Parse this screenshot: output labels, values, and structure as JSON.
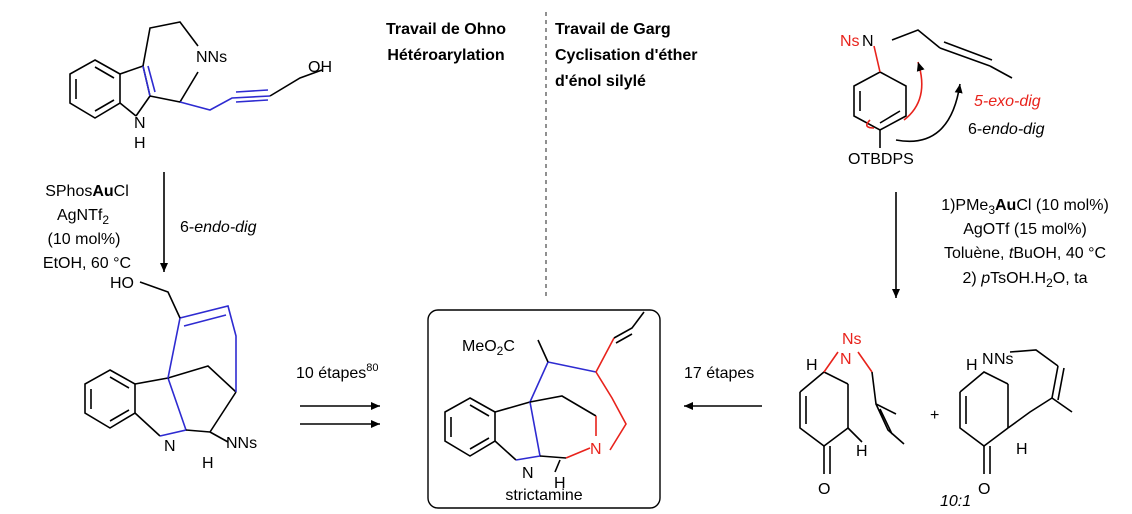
{
  "headings": {
    "ohno_line1": "Travail de Ohno",
    "ohno_line2": "Hétéroarylation",
    "garg_line1": "Travail de Garg",
    "garg_line2": "Cyclisation d'éther",
    "garg_line3": "d'énol silylé"
  },
  "ohno_substrate": {
    "nns": "NNs",
    "oh": "OH",
    "nh_n": "N",
    "nh_h": "H"
  },
  "ohno_conditions": {
    "l1_pre": "SPhos",
    "l1_bold": "Au",
    "l1_post": "Cl",
    "l2": "AgNTf",
    "l2_sub": "2",
    "l3": "(10 mol%)",
    "l4": "EtOH, 60 °C",
    "mode_num": "6-",
    "mode_it": "endo-dig"
  },
  "ohno_product": {
    "ho": "HO",
    "n": "N",
    "h": "H",
    "nns": "NNs"
  },
  "ohno_steps": {
    "label": "10 étapes",
    "sup": "80"
  },
  "target": {
    "meo": "MeO",
    "meo_sub": "2",
    "meo_c": "C",
    "n_ring": "N",
    "h": "H",
    "n_red": "N",
    "name": "strictamine"
  },
  "garg_substrate": {
    "ns": "Ns",
    "n": "N",
    "otbdps": "OTBDPS",
    "mode_exo": "5-exo-dig",
    "mode_endo_num": "6-",
    "mode_endo_it": "endo-dig"
  },
  "garg_conditions": {
    "l1_pre": "1)PMe",
    "l1_sub": "3",
    "l1_bold": "Au",
    "l1_post": "Cl (10 mol%)",
    "l2": "AgOTf (15 mol%)",
    "l3_pre": "Toluène, ",
    "l3_it": "t",
    "l3_post": "BuOH, 40 °C",
    "l4_pre": "2) ",
    "l4_it": "p",
    "l4_mid": "TsOH.H",
    "l4_sub": "2",
    "l4_post": "O, ta"
  },
  "garg_steps": {
    "label": "17 étapes"
  },
  "garg_product_a": {
    "h": "H",
    "n": "N",
    "ns": "Ns",
    "o": "O",
    "h2": "H"
  },
  "plus": "+",
  "garg_product_b": {
    "h": "H",
    "n": "N",
    "ns": "Ns",
    "o": "O",
    "h2": "H"
  },
  "ratio": "10:1"
}
